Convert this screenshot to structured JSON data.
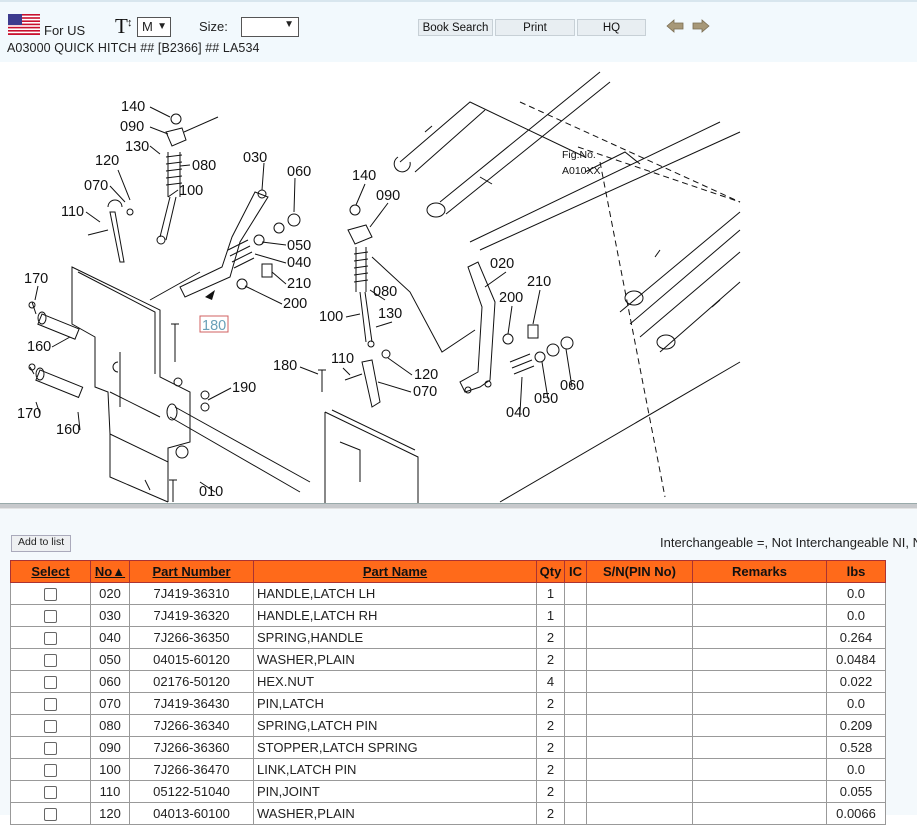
{
  "header": {
    "region_label": "For US",
    "font_size_value": "M",
    "size_label": "Size:",
    "size_value": "",
    "buttons": {
      "book_search": "Book Search",
      "print": "Print",
      "hq": "HQ"
    },
    "breadcrumb": "A03000 QUICK HITCH ## [B2366] ## LA534"
  },
  "diagram": {
    "fig_label_line1": "Fig.No.",
    "fig_label_line2": "A010XX",
    "labels": {
      "140a": "140",
      "090a": "090",
      "130a": "130",
      "120a": "120",
      "080a": "080",
      "070a": "070",
      "100a": "100",
      "110a": "110",
      "030": "030",
      "060a": "060",
      "050a": "050",
      "040a": "040",
      "210a": "210",
      "200a": "200",
      "180a": "180",
      "170a": "170",
      "160a": "160",
      "170b": "170",
      "160b": "160",
      "190": "190",
      "010": "010",
      "140b": "140",
      "090b": "090",
      "080b": "080",
      "100b": "100",
      "130b": "130",
      "180b": "180",
      "110b": "110",
      "120b": "120",
      "070b": "070",
      "020": "020",
      "200b": "200",
      "210b": "210",
      "060b": "060",
      "050b": "050",
      "040b": "040"
    }
  },
  "toolbar": {
    "add_to_list": "Add to list",
    "legend": "Interchangeable =, Not Interchangeable NI, N"
  },
  "table": {
    "headers": {
      "select": "Select",
      "no": "No▲",
      "part_number": "Part Number",
      "part_name": "Part Name",
      "qty": "Qty",
      "ic": "IC",
      "sn": "S/N(PIN No)",
      "remarks": "Remarks",
      "lbs": "lbs"
    },
    "rows": [
      {
        "no": "020",
        "part_number": "7J419-36310",
        "part_name": "HANDLE,LATCH LH",
        "qty": "1",
        "ic": "",
        "sn": "",
        "remarks": "",
        "lbs": "0.0"
      },
      {
        "no": "030",
        "part_number": "7J419-36320",
        "part_name": "HANDLE,LATCH RH",
        "qty": "1",
        "ic": "",
        "sn": "",
        "remarks": "",
        "lbs": "0.0"
      },
      {
        "no": "040",
        "part_number": "7J266-36350",
        "part_name": "SPRING,HANDLE",
        "qty": "2",
        "ic": "",
        "sn": "",
        "remarks": "",
        "lbs": "0.264"
      },
      {
        "no": "050",
        "part_number": "04015-60120",
        "part_name": "WASHER,PLAIN",
        "qty": "2",
        "ic": "",
        "sn": "",
        "remarks": "",
        "lbs": "0.0484"
      },
      {
        "no": "060",
        "part_number": "02176-50120",
        "part_name": "HEX.NUT",
        "qty": "4",
        "ic": "",
        "sn": "",
        "remarks": "",
        "lbs": "0.022"
      },
      {
        "no": "070",
        "part_number": "7J419-36430",
        "part_name": "PIN,LATCH",
        "qty": "2",
        "ic": "",
        "sn": "",
        "remarks": "",
        "lbs": "0.0"
      },
      {
        "no": "080",
        "part_number": "7J266-36340",
        "part_name": "SPRING,LATCH PIN",
        "qty": "2",
        "ic": "",
        "sn": "",
        "remarks": "",
        "lbs": "0.209"
      },
      {
        "no": "090",
        "part_number": "7J266-36360",
        "part_name": "STOPPER,LATCH SPRING",
        "qty": "2",
        "ic": "",
        "sn": "",
        "remarks": "",
        "lbs": "0.528"
      },
      {
        "no": "100",
        "part_number": "7J266-36470",
        "part_name": "LINK,LATCH PIN",
        "qty": "2",
        "ic": "",
        "sn": "",
        "remarks": "",
        "lbs": "0.0"
      },
      {
        "no": "110",
        "part_number": "05122-51040",
        "part_name": "PIN,JOINT",
        "qty": "2",
        "ic": "",
        "sn": "",
        "remarks": "",
        "lbs": "0.055"
      },
      {
        "no": "120",
        "part_number": "04013-60100",
        "part_name": "WASHER,PLAIN",
        "qty": "2",
        "ic": "",
        "sn": "",
        "remarks": "",
        "lbs": "0.0066"
      }
    ]
  },
  "colors": {
    "header_orange": "#ff6a1a",
    "callout_highlight": "#6aa0b8",
    "top_bg": "#f2f9fd"
  }
}
